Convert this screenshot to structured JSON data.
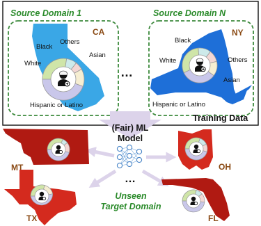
{
  "training": {
    "source1_title": "Source Domain 1",
    "sourceN_title": "Source Domain N",
    "ellipsis": "…",
    "label": "Training Data",
    "ca": {
      "state": "CA",
      "labels": {
        "black": "Black",
        "others": "Others",
        "asian": "Asian",
        "white": "White",
        "hispanic": "Hispanic or Latino"
      },
      "map_color": "#3aa7e6"
    },
    "ny": {
      "state": "NY",
      "labels": {
        "black": "Black",
        "others": "Others",
        "asian": "Asian",
        "white": "White",
        "hispanic": "Hispanic or Latino"
      },
      "map_color": "#1e6fd8"
    }
  },
  "model": {
    "line1": "(Fair) ML",
    "line2": "Model",
    "icon": "neural-network-icon"
  },
  "target": {
    "ellipsis": "…",
    "line1": "Unseen",
    "line2": "Target Domain",
    "states": {
      "mt": "MT",
      "oh": "OH",
      "tx": "TX",
      "fl": "FL"
    }
  },
  "colors": {
    "green_title": "#2a8a2a",
    "dashed_green": "#3d8a3d",
    "state_label": "#8a4a14",
    "target_red": "#d42a1e",
    "target_dark_red": "#b01a12",
    "arrow": "#dcd3ea",
    "pie_white": "#cfe5a8",
    "pie_hispanic": "#c9c7ea",
    "pie_black": "#cdeaea",
    "pie_others": "#f3d7d4",
    "pie_asian": "#f6eed2"
  }
}
